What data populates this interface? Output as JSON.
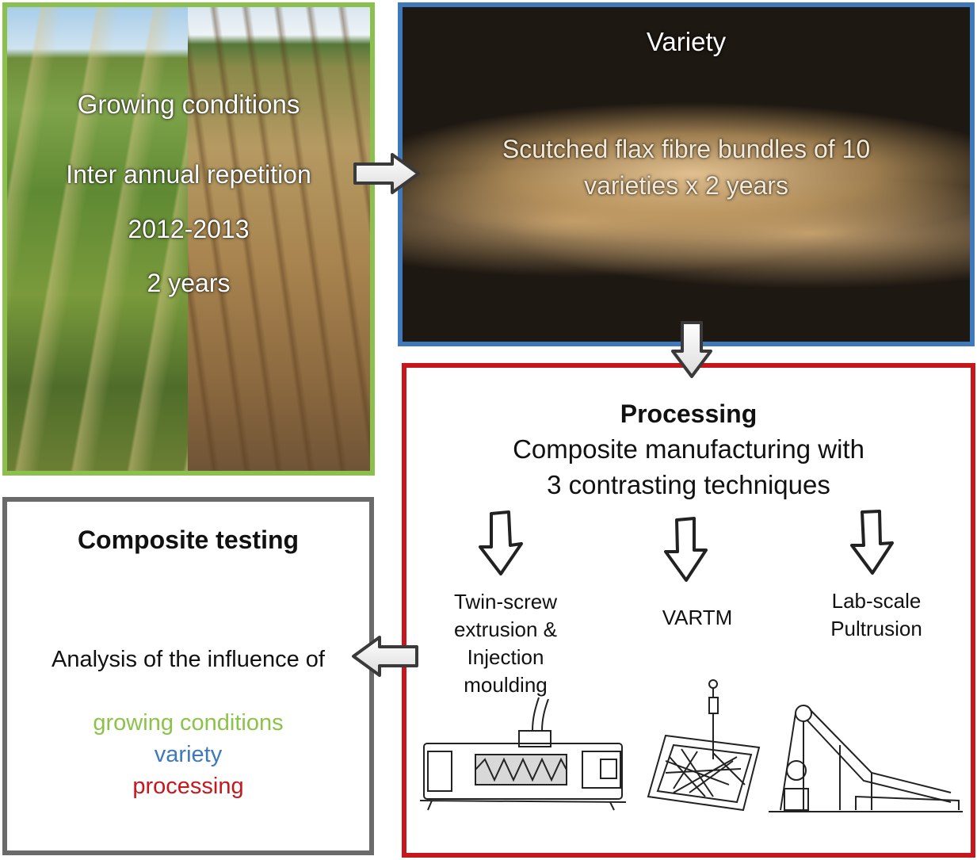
{
  "growing": {
    "title": "Growing conditions",
    "line1": "Inter annual repetition",
    "line2": "2012-2013",
    "line3": "2 years"
  },
  "variety": {
    "title": "Variety",
    "line1": "Scutched flax fibre bundles of 10",
    "line2": "varieties x 2 years"
  },
  "processing": {
    "title": "Processing",
    "line1": "Composite manufacturing with",
    "line2": "3 contrasting techniques",
    "techniques": [
      {
        "lines": [
          "Twin-screw",
          "extrusion &",
          "Injection",
          "moulding"
        ]
      },
      {
        "lines": [
          "VARTM"
        ]
      },
      {
        "lines": [
          "Lab-scale",
          "Pultrusion"
        ]
      }
    ]
  },
  "testing": {
    "title": "Composite testing",
    "analysis": "Analysis of the influence of",
    "factors": [
      "growing conditions",
      "variety",
      "processing"
    ]
  },
  "colors": {
    "growing": "#8bbf4e",
    "variety": "#3f79bb",
    "processing": "#c8161d",
    "testing": "#6a6a6a"
  }
}
